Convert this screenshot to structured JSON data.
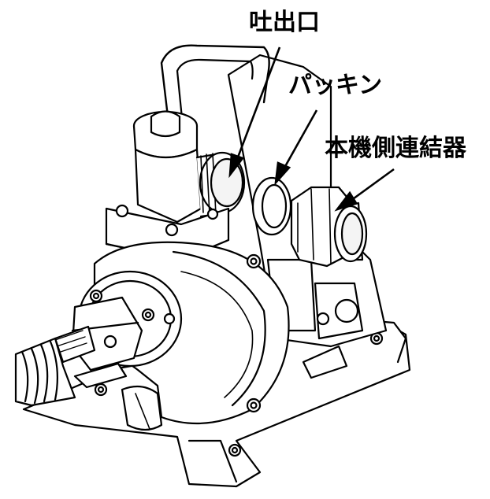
{
  "labels": {
    "outlet": "吐出口",
    "gasket": "パッキン",
    "connector": "本機側連結器"
  },
  "colors": {
    "line": "#000000",
    "fill": "#ffffff",
    "shade": "#dcdcdc"
  },
  "icons": [
    "engine-pump-illustration",
    "discharge-port",
    "gasket-ring",
    "hose-connector",
    "suction-hose"
  ]
}
